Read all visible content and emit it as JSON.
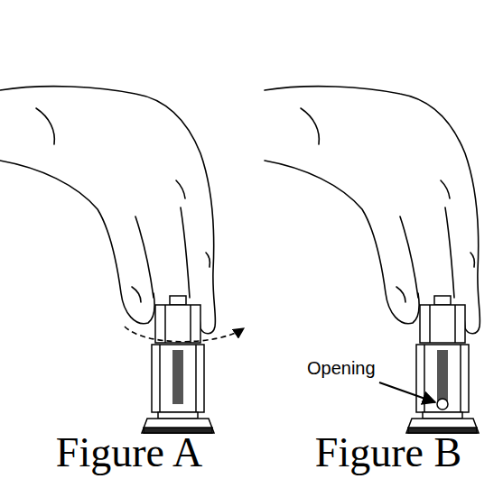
{
  "diagram": {
    "labels": [
      "Figure A",
      "Figure B",
      "Opening"
    ]
  }
}
